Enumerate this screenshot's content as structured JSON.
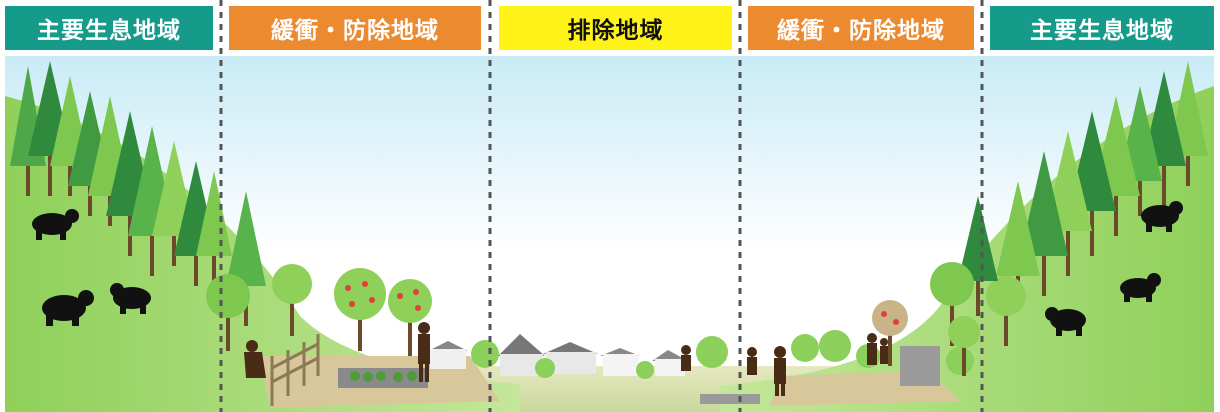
{
  "zones": [
    {
      "label": "主要生息地域",
      "color": "#169a8a",
      "text_color": "#ffffff"
    },
    {
      "label": "緩衝・防除地域",
      "color": "#eb8a2e",
      "text_color": "#ffffff"
    },
    {
      "label": "排除地域",
      "color": "#fff217",
      "text_color": "#111111"
    },
    {
      "label": "緩衝・防除地域",
      "color": "#eb8a2e",
      "text_color": "#ffffff"
    },
    {
      "label": "主要生息地域",
      "color": "#169a8a",
      "text_color": "#ffffff"
    }
  ],
  "colors": {
    "sky_top": "#ffffff",
    "sky_bottom": "#c9ebf6",
    "hill_light": "#b7df84",
    "hill_dark": "#6cbf45",
    "tree_light": "#7ec84f",
    "tree_dark": "#2f8a3d",
    "trunk": "#6b4a2a",
    "bear": "#111111",
    "human": "#4a2b16",
    "field": "#d9c9a0",
    "divider": "#555555"
  },
  "icons": [
    "bear-icon",
    "person-icon",
    "house-icon",
    "tree-icon",
    "apple-tree-icon"
  ]
}
